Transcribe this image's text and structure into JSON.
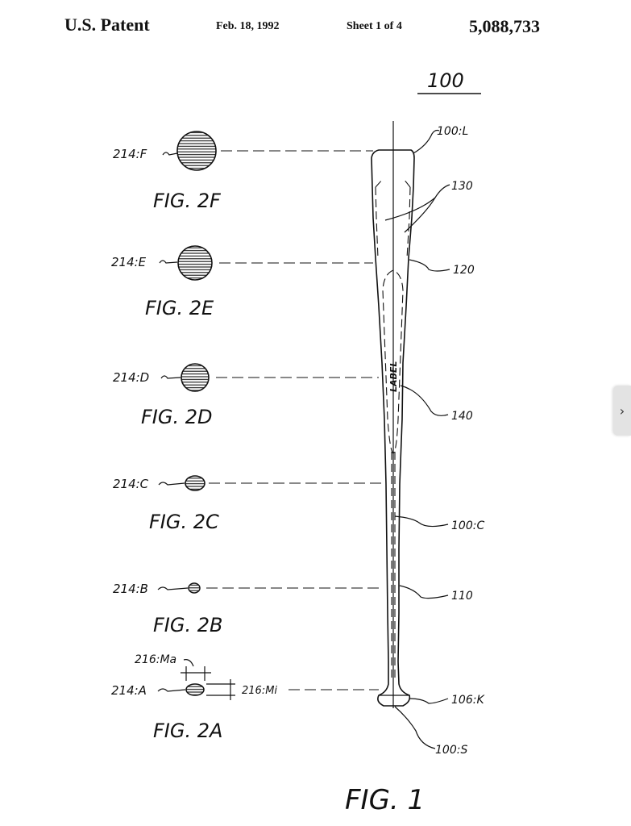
{
  "header": {
    "office": "U.S. Patent",
    "date": "Feb. 18, 1992",
    "sheet": "Sheet 1 of 4",
    "number": "5,088,733"
  },
  "drawing": {
    "ref_main": "100",
    "ref_top": "100:L",
    "ref_130": "130",
    "ref_120": "120",
    "ref_140": "140",
    "ref_center": "100:C",
    "ref_110": "110",
    "ref_knob": "106:K",
    "ref_bottom": "100:S",
    "bat_label": "LABEL",
    "fig_main": "FIG. 1",
    "sections": [
      {
        "ref": "214:F",
        "fig": "FIG. 2F"
      },
      {
        "ref": "214:E",
        "fig": "FIG. 2E"
      },
      {
        "ref": "214:D",
        "fig": "FIG. 2D"
      },
      {
        "ref": "214:C",
        "fig": "FIG. 2C"
      },
      {
        "ref": "214:B",
        "fig": "FIG. 2B"
      },
      {
        "ref": "214:A",
        "fig": "FIG. 2A"
      }
    ],
    "dim_major": "216:Ma",
    "dim_minor": "216:Mi"
  },
  "ui": {
    "next_icon": "chevron-right-icon",
    "next_glyph": "›"
  }
}
